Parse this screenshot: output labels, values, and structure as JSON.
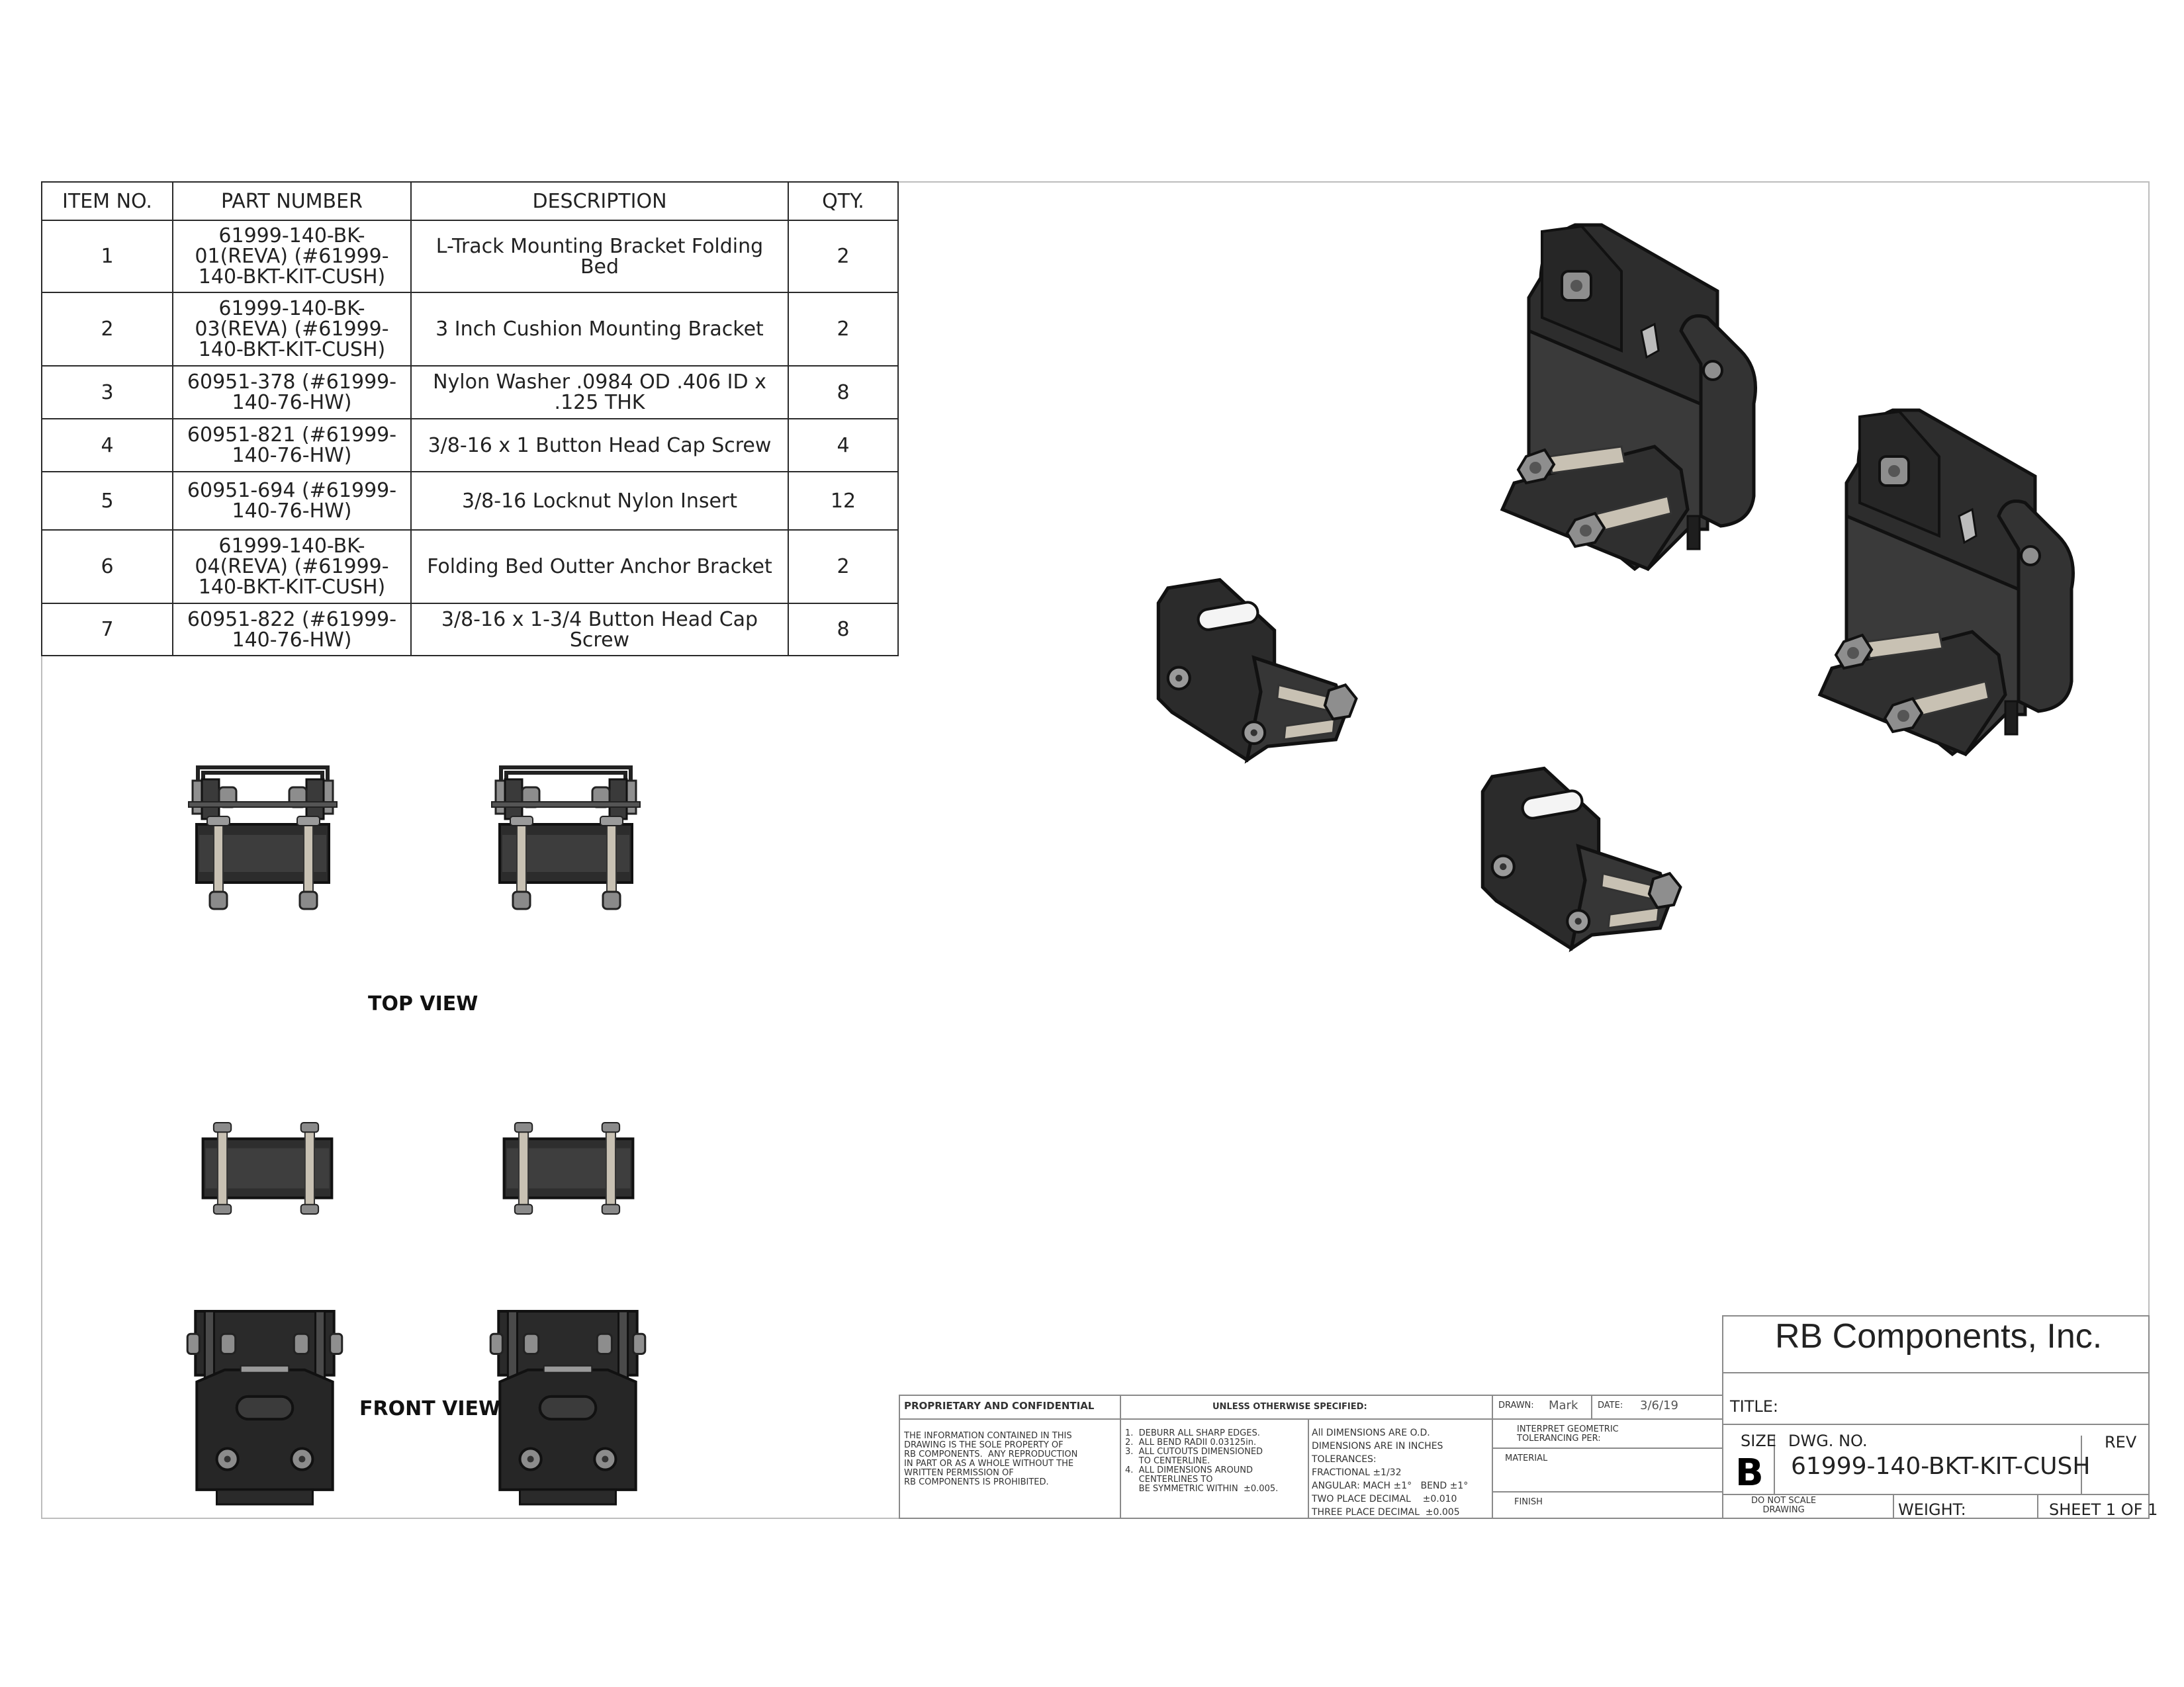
{
  "bom": {
    "headers": [
      "ITEM NO.",
      "PART NUMBER",
      "DESCRIPTION",
      "QTY."
    ],
    "rows": [
      {
        "item": "1",
        "part": "61999-140-BK-01(REVA) (#61999-140-BKT-KIT-CUSH)",
        "desc": "L-Track Mounting Bracket Folding Bed",
        "qty": "2"
      },
      {
        "item": "2",
        "part": "61999-140-BK-03(REVA) (#61999-140-BKT-KIT-CUSH)",
        "desc": "3 Inch Cushion Mounting Bracket",
        "qty": "2"
      },
      {
        "item": "3",
        "part": "60951-378 (#61999-140-76-HW)",
        "desc": "Nylon Washer  .0984 OD .406 ID x .125 THK",
        "qty": "8"
      },
      {
        "item": "4",
        "part": "60951-821 (#61999-140-76-HW)",
        "desc": "3/8-16 x 1 Button Head Cap Screw",
        "qty": "4"
      },
      {
        "item": "5",
        "part": "60951-694 (#61999-140-76-HW)",
        "desc": "3/8-16 Locknut Nylon Insert",
        "qty": "12"
      },
      {
        "item": "6",
        "part": "61999-140-BK-04(REVA) (#61999-140-BKT-KIT-CUSH)",
        "desc": "Folding Bed Outter Anchor Bracket",
        "qty": "2"
      },
      {
        "item": "7",
        "part": "60951-822 (#61999-140-76-HW)",
        "desc": "3/8-16 x 1-3/4 Button Head Cap Screw",
        "qty": "8"
      }
    ]
  },
  "views": {
    "top_view": "TOP VIEW",
    "front_view": "FRONT VIEW"
  },
  "title_block": {
    "proprietary_heading": "PROPRIETARY AND CONFIDENTIAL",
    "proprietary_text": "THE INFORMATION CONTAINED IN THIS\nDRAWING IS THE SOLE PROPERTY OF\nRB COMPONENTS.  ANY REPRODUCTION\nIN PART OR AS A WHOLE WITHOUT THE\nWRITTEN PERMISSION OF\nRB COMPONENTS IS PROHIBITED.",
    "unless_heading": "UNLESS OTHERWISE SPECIFIED:",
    "notes": "1.  DEBURR ALL SHARP EDGES.\n2.  ALL BEND RADII 0.03125in.\n3.  ALL CUTOUTS DIMENSIONED\n     TO CENTERLINE.\n4.  ALL DIMENSIONS AROUND\n     CENTERLINES TO\n     BE SYMMETRIC WITHIN  ±0.005.",
    "tolerances": "All DIMENSIONS ARE O.D.\nDIMENSIONS ARE IN INCHES\nTOLERANCES:\nFRACTIONAL ±1/32\nANGULAR: MACH ±1°   BEND ±1°\nTWO PLACE DECIMAL    ±0.010\nTHREE PLACE DECIMAL  ±0.005",
    "drawn_label": "DRAWN:",
    "drawn_by": "Mark",
    "date_label": "DATE:",
    "date": "3/6/19",
    "interpret": "INTERPRET GEOMETRIC\nTOLERANCING PER:",
    "material_label": "MATERIAL",
    "finish_label": "FINISH",
    "do_not_scale": "DO NOT SCALE\nDRAWING",
    "company": "RB Components, Inc.",
    "title_label": "TITLE:",
    "size_label": "SIZE",
    "dwg_no_label": "DWG.  NO.",
    "rev_label": "REV",
    "size_value": "B",
    "dwg_no": "61999-140-BKT-KIT-CUSH",
    "weight_label": "WEIGHT:",
    "sheet": "SHEET 1 OF 1"
  },
  "colors": {
    "part_dark": "#2b2b2b",
    "part_mid": "#3d3d3d",
    "hardware": "#a9a9a9",
    "frame": "#bdbdbd"
  }
}
